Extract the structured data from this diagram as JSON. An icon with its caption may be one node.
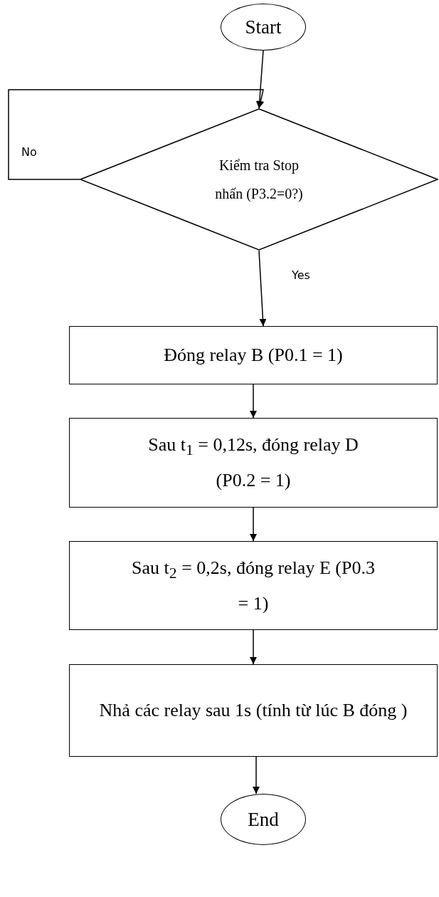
{
  "diagram": {
    "nodes": [
      {
        "text": [
          "Start"
        ]
      },
      {
        "text": [
          "Kiểm tra Stop nhấn (P3.2=0?)"
        ]
      },
      {
        "text": [
          "Đóng relay B (P0.1 = 1)"
        ]
      },
      {
        "text": [
          "Sau t$_{1}$ = 0,12s, đóng relay D (P0.2 = 1)"
        ]
      },
      {
        "text": [
          "Sau t$_{2}$ = 0,2s, đóng relay E (P0.3 = 1)"
        ]
      },
      {
        "text": [
          "Nhả các relay sau 1s (tính từ lúc B đóng )"
        ]
      },
      {
        "text": [
          "End"
        ]
      }
    ],
    "edges": [
      {
        "from": 0,
        "to": 1,
        "arrow": "to"
      },
      {
        "from": 1,
        "to": 1,
        "arrow": "to",
        "label": "No"
      },
      {
        "from": 1,
        "to": 2,
        "arrow": "to",
        "label": "Yes"
      },
      {
        "from": 2,
        "to": 3,
        "arrow": "to"
      },
      {
        "from": 3,
        "to": 4,
        "arrow": "to"
      },
      {
        "from": 4,
        "to": 5,
        "arrow": "to"
      },
      {
        "from": 5,
        "to": 6,
        "arrow": "to"
      }
    ]
  }
}
